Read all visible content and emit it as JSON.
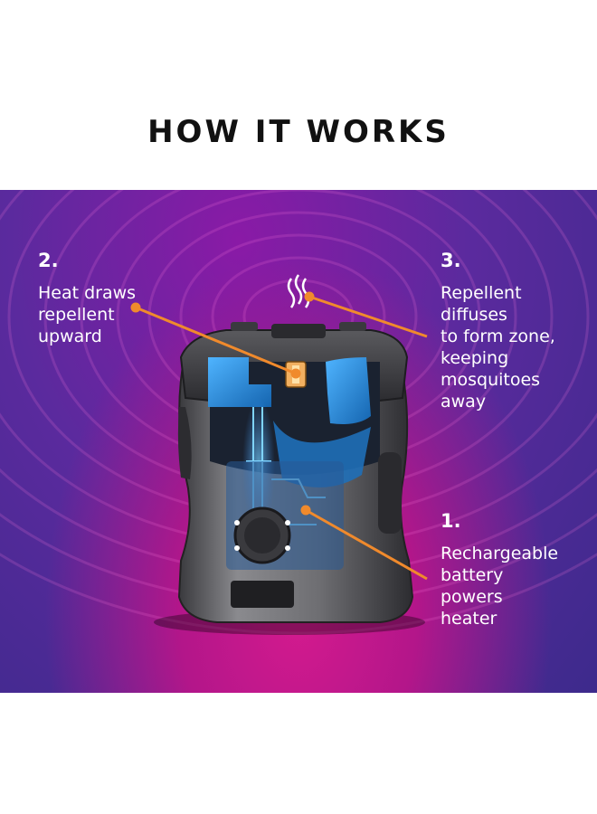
{
  "title": "HOW IT WORKS",
  "steps": [
    {
      "number": "1.",
      "text": "Rechargeable\nbattery\npowers\nheater"
    },
    {
      "number": "2.",
      "text": "Heat draws\nrepellent\nupward"
    },
    {
      "number": "3.",
      "text": "Repellent\ndiffuses\nto form zone,\nkeeping\nmosquitoes\naway"
    }
  ],
  "colors": {
    "title": "#111111",
    "panel_magenta": "#d41a8e",
    "panel_purple": "#3d2a8c",
    "callout_line": "#f08a2c",
    "device_blue": "#1e7fd0",
    "device_gray": "#6e6e72",
    "text": "#ffffff"
  },
  "icons": [
    "heat-waves-icon",
    "power-button-icon"
  ]
}
